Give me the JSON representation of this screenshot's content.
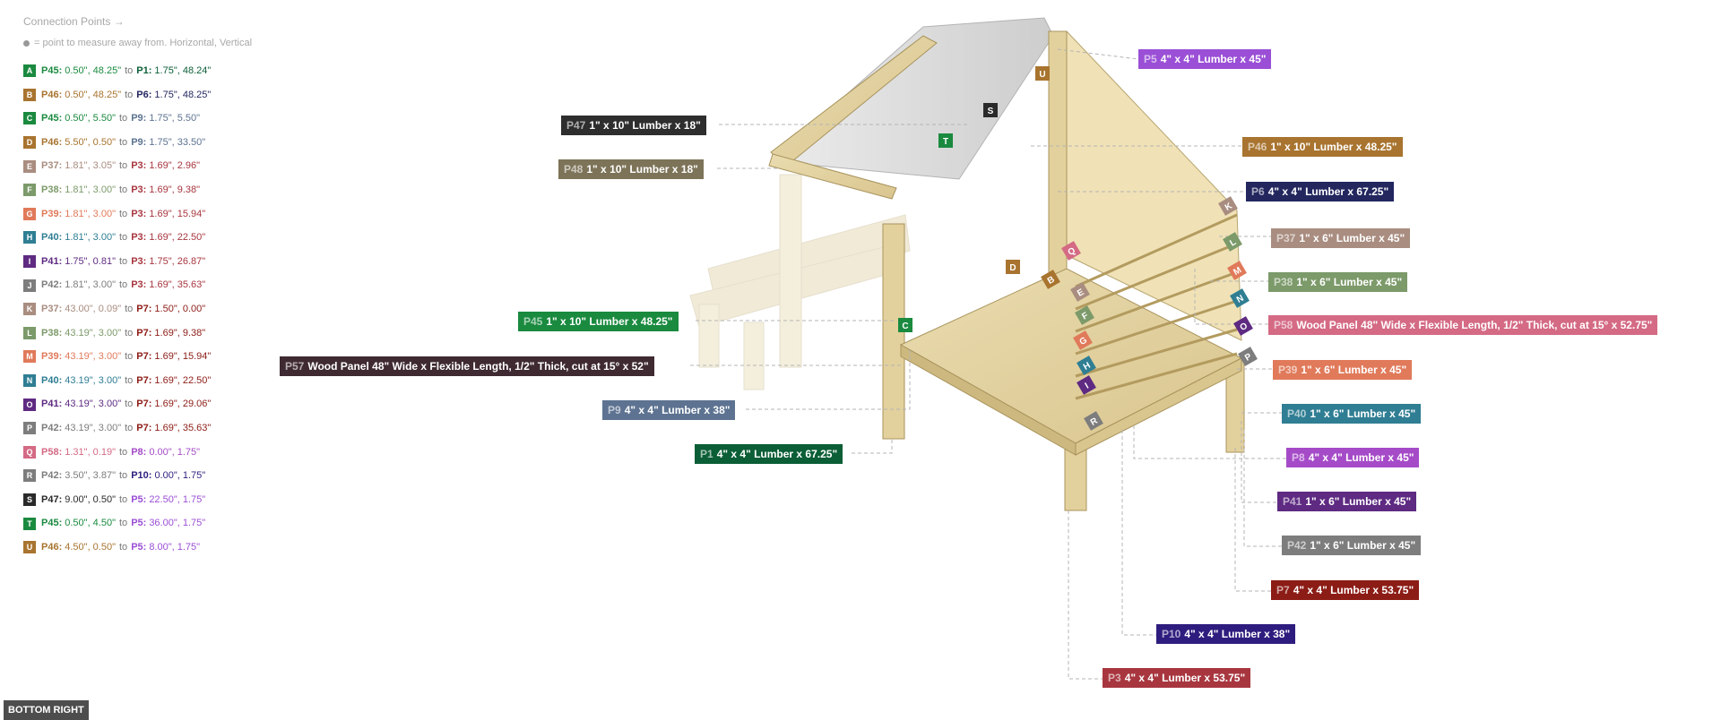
{
  "legend": {
    "title": "Connection Points →",
    "note": "= point to measure away from. Horizontal, Vertical",
    "to_word": "to",
    "rows": [
      {
        "letter": "A",
        "color": "#1a8a3f",
        "a_part": "P45:",
        "a_val": "0.50\", 48.25\"",
        "a_color": "#1a8a3f",
        "b_part": "P1:",
        "b_val": "1.75\", 48.24\"",
        "b_color": "#0b5e36"
      },
      {
        "letter": "B",
        "color": "#a8742f",
        "a_part": "P46:",
        "a_val": "0.50\", 48.25\"",
        "a_color": "#a8742f",
        "b_part": "P6:",
        "b_val": "1.75\", 48.25\"",
        "b_color": "#23275e"
      },
      {
        "letter": "C",
        "color": "#1a8a3f",
        "a_part": "P45:",
        "a_val": "0.50\", 5.50\"",
        "a_color": "#1a8a3f",
        "b_part": "P9:",
        "b_val": "1.75\", 5.50\"",
        "b_color": "#5d7391"
      },
      {
        "letter": "D",
        "color": "#a8742f",
        "a_part": "P46:",
        "a_val": "5.50\", 0.50\"",
        "a_color": "#a8742f",
        "b_part": "P9:",
        "b_val": "1.75\", 33.50\"",
        "b_color": "#5d7391"
      },
      {
        "letter": "E",
        "color": "#a98d80",
        "a_part": "P37:",
        "a_val": "1.81\", 3.05\"",
        "a_color": "#a98d80",
        "b_part": "P3:",
        "b_val": "1.69\", 2.96\"",
        "b_color": "#a8363f"
      },
      {
        "letter": "F",
        "color": "#7c9a6a",
        "a_part": "P38:",
        "a_val": "1.81\", 3.00\"",
        "a_color": "#7c9a6a",
        "b_part": "P3:",
        "b_val": "1.69\", 9.38\"",
        "b_color": "#a8363f"
      },
      {
        "letter": "G",
        "color": "#e07a5a",
        "a_part": "P39:",
        "a_val": "1.81\", 3.00\"",
        "a_color": "#e07a5a",
        "b_part": "P3:",
        "b_val": "1.69\", 15.94\"",
        "b_color": "#a8363f"
      },
      {
        "letter": "H",
        "color": "#2f7e93",
        "a_part": "P40:",
        "a_val": "1.81\", 3.00\"",
        "a_color": "#2f7e93",
        "b_part": "P3:",
        "b_val": "1.69\", 22.50\"",
        "b_color": "#a8363f"
      },
      {
        "letter": "I",
        "color": "#5e2a82",
        "a_part": "P41:",
        "a_val": "1.75\", 0.81\"",
        "a_color": "#5e2a82",
        "b_part": "P3:",
        "b_val": "1.75\", 26.87\"",
        "b_color": "#a8363f"
      },
      {
        "letter": "J",
        "color": "#7d7d7d",
        "a_part": "P42:",
        "a_val": "1.81\", 3.00\"",
        "a_color": "#7d7d7d",
        "b_part": "P3:",
        "b_val": "1.69\", 35.63\"",
        "b_color": "#a8363f"
      },
      {
        "letter": "K",
        "color": "#a98d80",
        "a_part": "P37:",
        "a_val": "43.00\", 0.09\"",
        "a_color": "#a98d80",
        "b_part": "P7:",
        "b_val": "1.50\", 0.00\"",
        "b_color": "#8c1c16"
      },
      {
        "letter": "L",
        "color": "#7c9a6a",
        "a_part": "P38:",
        "a_val": "43.19\", 3.00\"",
        "a_color": "#7c9a6a",
        "b_part": "P7:",
        "b_val": "1.69\", 9.38\"",
        "b_color": "#8c1c16"
      },
      {
        "letter": "M",
        "color": "#e07a5a",
        "a_part": "P39:",
        "a_val": "43.19\", 3.00\"",
        "a_color": "#e07a5a",
        "b_part": "P7:",
        "b_val": "1.69\", 15.94\"",
        "b_color": "#8c1c16"
      },
      {
        "letter": "N",
        "color": "#2f7e93",
        "a_part": "P40:",
        "a_val": "43.19\", 3.00\"",
        "a_color": "#2f7e93",
        "b_part": "P7:",
        "b_val": "1.69\", 22.50\"",
        "b_color": "#8c1c16"
      },
      {
        "letter": "O",
        "color": "#5e2a82",
        "a_part": "P41:",
        "a_val": "43.19\", 3.00\"",
        "a_color": "#5e2a82",
        "b_part": "P7:",
        "b_val": "1.69\", 29.06\"",
        "b_color": "#8c1c16"
      },
      {
        "letter": "P",
        "color": "#7d7d7d",
        "a_part": "P42:",
        "a_val": "43.19\", 3.00\"",
        "a_color": "#7d7d7d",
        "b_part": "P7:",
        "b_val": "1.69\", 35.63\"",
        "b_color": "#8c1c16"
      },
      {
        "letter": "Q",
        "color": "#d46a84",
        "a_part": "P58:",
        "a_val": "1.31\", 0.19\"",
        "a_color": "#d46a84",
        "b_part": "P8:",
        "b_val": "0.00\", 1.75\"",
        "b_color": "#a54bc8"
      },
      {
        "letter": "R",
        "color": "#7d7d7d",
        "a_part": "P42:",
        "a_val": "3.50\", 3.87\"",
        "a_color": "#7d7d7d",
        "b_part": "P10:",
        "b_val": "0.00\", 1.75\"",
        "b_color": "#2e1d7e"
      },
      {
        "letter": "S",
        "color": "#2a2a2a",
        "a_part": "P47:",
        "a_val": "9.00\", 0.50\"",
        "a_color": "#2a2a2a",
        "b_part": "P5:",
        "b_val": "22.50\", 1.75\"",
        "b_color": "#9a4fd6"
      },
      {
        "letter": "T",
        "color": "#1a8a3f",
        "a_part": "P45:",
        "a_val": "0.50\", 4.50\"",
        "a_color": "#1a8a3f",
        "b_part": "P5:",
        "b_val": "36.00\", 1.75\"",
        "b_color": "#9a4fd6"
      },
      {
        "letter": "U",
        "color": "#a8742f",
        "a_part": "P46:",
        "a_val": "4.50\", 0.50\"",
        "a_color": "#a8742f",
        "b_part": "P5:",
        "b_val": "8.00\", 1.75\"",
        "b_color": "#9a4fd6"
      }
    ]
  },
  "labels": [
    {
      "id": "P5",
      "text": "4\" x 4\" Lumber x 45\"",
      "color": "#9a4fd6"
    },
    {
      "id": "P47",
      "text": "1\" x 10\" Lumber  x 18\"",
      "color": "#2e2e2e"
    },
    {
      "id": "P46",
      "text": "1\" x 10\" Lumber  x 48.25\"",
      "color": "#a8742f"
    },
    {
      "id": "P48",
      "text": "1\" x 10\" Lumber  x 18\"",
      "color": "#7d7358"
    },
    {
      "id": "P6",
      "text": "4\" x 4\" Lumber x 67.25\"",
      "color": "#23275e"
    },
    {
      "id": "P37",
      "text": "1\" x 6\" Lumber x 45\"",
      "color": "#a98d80"
    },
    {
      "id": "P38",
      "text": "1\" x 6\" Lumber x 45\"",
      "color": "#7c9a6a"
    },
    {
      "id": "P45",
      "text": "1\" x 10\" Lumber  x 48.25\"",
      "color": "#1a8a3f"
    },
    {
      "id": "P58",
      "text": "Wood Panel 48\" Wide x Flexible Length, 1/2\" Thick, cut at 15° x 52.75\"",
      "color": "#d46a84"
    },
    {
      "id": "P57",
      "text": "Wood Panel 48\" Wide x Flexible Length, 1/2\" Thick, cut at 15° x 52\"",
      "color": "#3f2a32"
    },
    {
      "id": "P39",
      "text": "1\" x 6\" Lumber x 45\"",
      "color": "#e07a5a"
    },
    {
      "id": "P9",
      "text": "4\" x 4\" Lumber x 38\"",
      "color": "#5d7391"
    },
    {
      "id": "P40",
      "text": "1\" x 6\" Lumber x 45\"",
      "color": "#2f7e93"
    },
    {
      "id": "P1",
      "text": "4\" x 4\" Lumber x 67.25\"",
      "color": "#0b5e36"
    },
    {
      "id": "P8",
      "text": "4\" x 4\" Lumber x 45\"",
      "color": "#a54bc8"
    },
    {
      "id": "P41",
      "text": "1\" x 6\" Lumber x 45\"",
      "color": "#5e2a82"
    },
    {
      "id": "P42",
      "text": "1\" x 6\" Lumber x 45\"",
      "color": "#7d7d7d"
    },
    {
      "id": "P7",
      "text": "4\" x 4\" Lumber x 53.75\"",
      "color": "#8c1c16"
    },
    {
      "id": "P10",
      "text": "4\" x 4\" Lumber x 38\"",
      "color": "#2e1d7e"
    },
    {
      "id": "P3",
      "text": "4\" x 4\" Lumber x 53.75\"",
      "color": "#a8363f"
    }
  ],
  "markers": [
    {
      "letter": "U",
      "color": "#a8742f"
    },
    {
      "letter": "S",
      "color": "#2a2a2a"
    },
    {
      "letter": "T",
      "color": "#1a8a3f"
    },
    {
      "letter": "K",
      "color": "#a98d80"
    },
    {
      "letter": "L",
      "color": "#7c9a6a"
    },
    {
      "letter": "M",
      "color": "#e07a5a"
    },
    {
      "letter": "N",
      "color": "#2f7e93"
    },
    {
      "letter": "O",
      "color": "#5e2a82"
    },
    {
      "letter": "P",
      "color": "#7d7d7d"
    },
    {
      "letter": "Q",
      "color": "#d46a84"
    },
    {
      "letter": "D",
      "color": "#a8742f"
    },
    {
      "letter": "B",
      "color": "#a8742f"
    },
    {
      "letter": "E",
      "color": "#a98d80"
    },
    {
      "letter": "F",
      "color": "#7c9a6a"
    },
    {
      "letter": "G",
      "color": "#e07a5a"
    },
    {
      "letter": "C",
      "color": "#1a8a3f"
    },
    {
      "letter": "H",
      "color": "#2f7e93"
    },
    {
      "letter": "I",
      "color": "#5e2a82"
    },
    {
      "letter": "R",
      "color": "#7d7d7d"
    }
  ],
  "view": {
    "label": "BOTTOM RIGHT"
  }
}
